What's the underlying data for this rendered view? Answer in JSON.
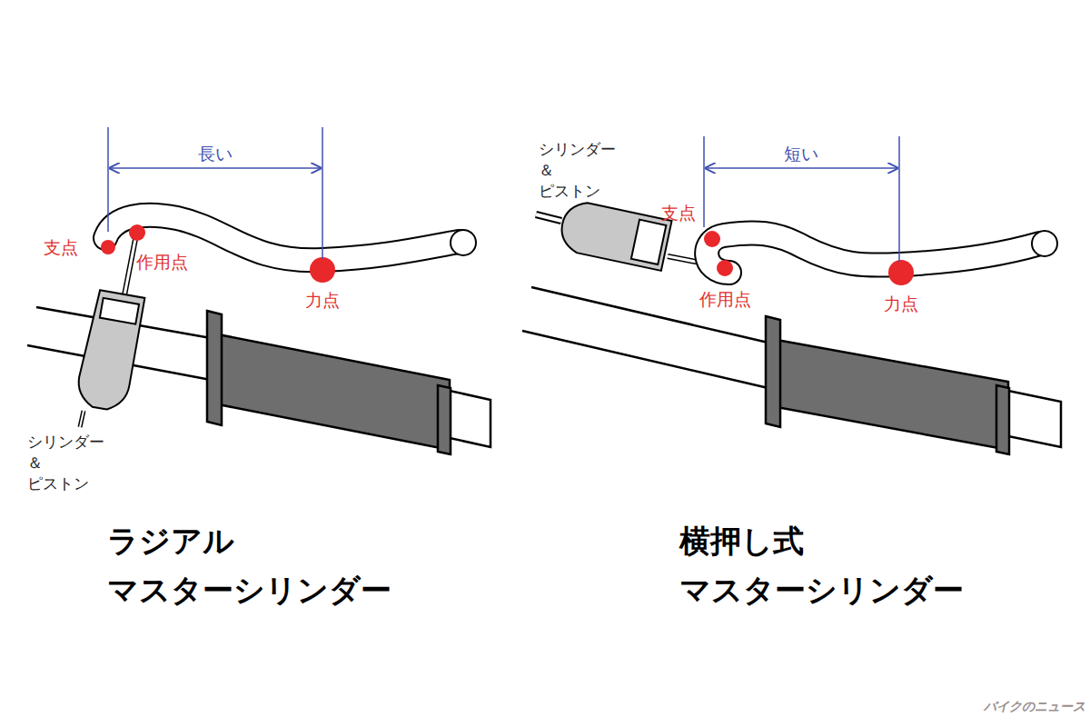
{
  "diagram": {
    "labels": [
      "長い",
      "支点",
      "作用点",
      "力点",
      "シリンダー＆ ピストン",
      "ラジアル マスターシリンダー",
      "シリンダー＆ ピストン",
      "短い",
      "支点",
      "作用点",
      "力点",
      "横押し式 マスターシリンダー",
      "バイクのニュース"
    ]
  }
}
